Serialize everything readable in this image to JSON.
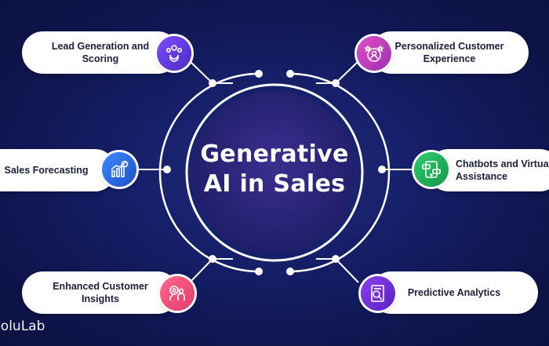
{
  "center": {
    "title_line1": "Generative",
    "title_line2": "AI in Sales"
  },
  "nodes": [
    {
      "id": "lead",
      "label": "Lead Generation and\nScoring",
      "icon": "users-magnet-icon",
      "color": "#6a3ad8"
    },
    {
      "id": "sales",
      "label": "Sales Forecasting",
      "icon": "bar-chart-icon",
      "color": "#2a6fe0"
    },
    {
      "id": "insights",
      "label": "Enhanced Customer\nInsights",
      "icon": "target-users-icon",
      "color": "#e0457b"
    },
    {
      "id": "personal",
      "label": "Personalized Customer\nExperience",
      "icon": "star-user-icon",
      "color": "#c23fb0"
    },
    {
      "id": "chatbots",
      "label": "Chatbots and Virtual\nAssistance",
      "icon": "chatbot-icon",
      "color": "#1fa85a"
    },
    {
      "id": "predictive",
      "label": "Predictive Analytics",
      "icon": "analytics-report-icon",
      "color": "#6a2fd0"
    }
  ],
  "brand": "SoluLab"
}
